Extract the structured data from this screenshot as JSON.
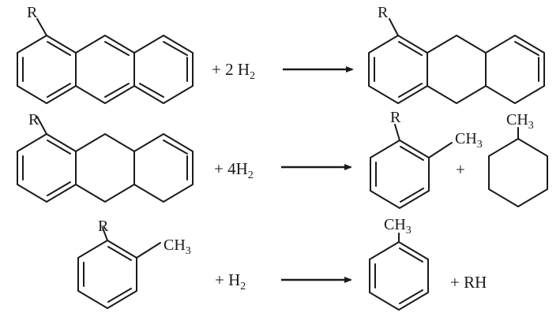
{
  "reactions": [
    {
      "reagent": "+ 2 H",
      "reagent_sub": "2",
      "product_labels": []
    },
    {
      "reagent": "+ 4H",
      "reagent_sub": "2",
      "product_labels": [
        "+"
      ]
    },
    {
      "reagent": "+ H",
      "reagent_sub": "2",
      "product_labels": [
        "+ RH"
      ]
    }
  ],
  "labels": {
    "R": "R",
    "CH": "CH",
    "sub3": "3"
  }
}
